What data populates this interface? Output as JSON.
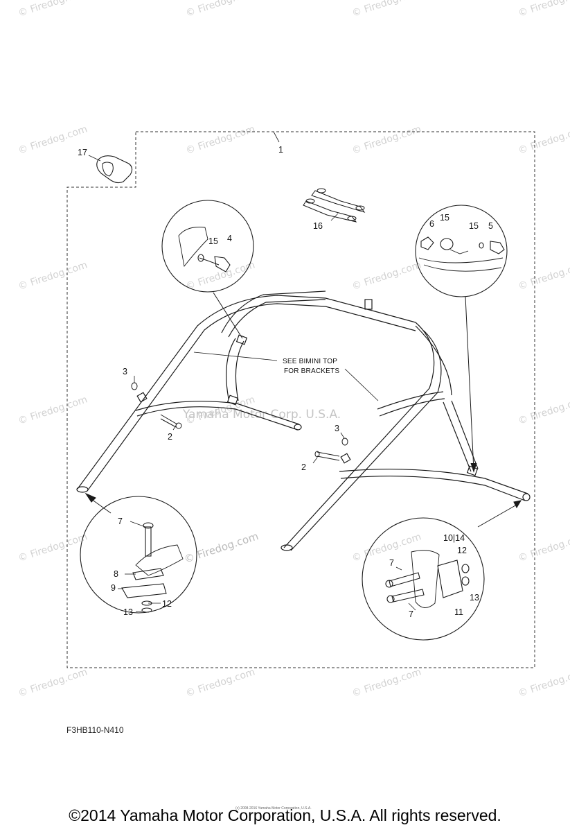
{
  "watermark": {
    "text": "© Firedog.com",
    "center_text": "© Firedog.com",
    "mid_text": "Yamaha Motor Corp. U.S.A."
  },
  "note": {
    "line1": "SEE BIMINI TOP",
    "line2": "FOR BRACKETS"
  },
  "callouts": {
    "c1": "1",
    "c17": "17",
    "c16": "16",
    "tl_15": "15",
    "tl_4": "4",
    "tr_6": "6",
    "tr_15a": "15",
    "tr_15b": "15",
    "tr_5": "5",
    "l3": "3",
    "l2": "2",
    "r3": "3",
    "r2": "2",
    "bl_7": "7",
    "bl_8": "8",
    "bl_9": "9",
    "bl_12": "12",
    "bl_13": "13",
    "br_10_14": "10|14",
    "br_12": "12",
    "br_7a": "7",
    "br_13": "13",
    "br_11": "11",
    "br_7b": "7"
  },
  "part_code": "F3HB110-N410",
  "tiny_copyright": "(c) 2008-2016 Yamaha Motor Corporation, U.S.A.",
  "copyright": "©2014 Yamaha Motor Corporation, U.S.A. All rights reserved.",
  "colors": {
    "line": "#1a1a1a",
    "watermark": "#d2d2d2"
  }
}
